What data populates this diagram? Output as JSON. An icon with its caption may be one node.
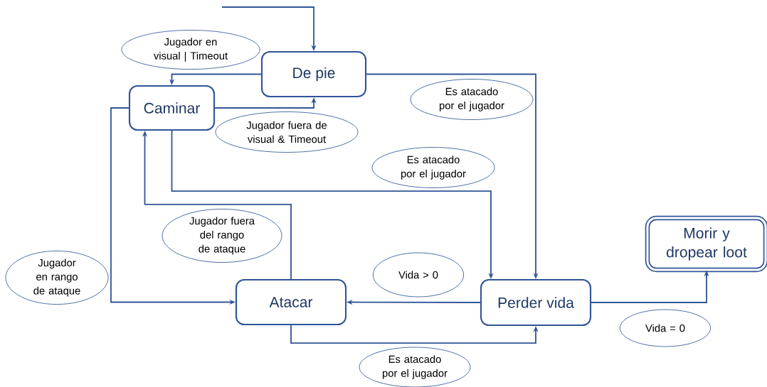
{
  "diagram": {
    "nodes": [
      {
        "text": [
          "De pie"
        ]
      },
      {
        "text": [
          "Caminar"
        ]
      },
      {
        "text": [
          "Atacar"
        ]
      },
      {
        "text": [
          "Perder vida"
        ]
      },
      {
        "text": [
          "Morir y dropear loot"
        ]
      },
      {
        "text": [
          "Jugador en visual | Timeout"
        ]
      },
      {
        "text": [
          "Es atacado por el jugador"
        ]
      },
      {
        "text": [
          "Jugador fuera de visual & Timeout"
        ]
      },
      {
        "text": [
          "Es atacado por el jugador"
        ]
      },
      {
        "text": [
          "Jugador fuera del rango de ataque"
        ]
      },
      {
        "text": [
          "Vida > 0"
        ]
      },
      {
        "text": [
          "Jugador en rango de ataque"
        ]
      },
      {
        "text": [
          "Vida = 0"
        ]
      },
      {
        "text": [
          "Es atacado por el jugador"
        ]
      }
    ],
    "edges": [
      {
        "from": null,
        "to": 0,
        "arrow": "to"
      },
      {
        "from": 0,
        "to": 1,
        "arrow": "to"
      },
      {
        "from": 1,
        "to": 0,
        "arrow": "to"
      },
      {
        "from": 0,
        "to": 3,
        "arrow": "to"
      },
      {
        "from": 1,
        "to": 3,
        "arrow": "to"
      },
      {
        "from": 1,
        "to": 2,
        "arrow": "to"
      },
      {
        "from": 2,
        "to": 1,
        "arrow": "to"
      },
      {
        "from": 3,
        "to": 2,
        "arrow": "to"
      },
      {
        "from": 2,
        "to": 3,
        "arrow": "to"
      },
      {
        "from": 3,
        "to": 4,
        "arrow": "to"
      }
    ]
  }
}
